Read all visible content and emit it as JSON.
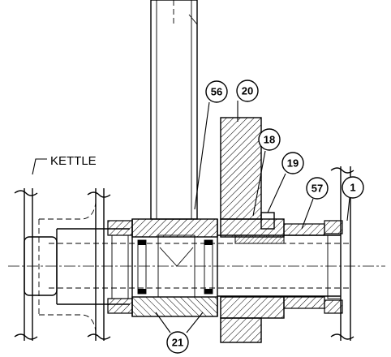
{
  "diagram": {
    "labels": {
      "kettle": "KETTLE"
    },
    "callouts": [
      {
        "id": "56",
        "text": "56"
      },
      {
        "id": "20",
        "text": "20"
      },
      {
        "id": "18",
        "text": "18"
      },
      {
        "id": "19",
        "text": "19"
      },
      {
        "id": "57",
        "text": "57"
      },
      {
        "id": "1",
        "text": "1"
      },
      {
        "id": "21",
        "text": "21"
      }
    ]
  }
}
